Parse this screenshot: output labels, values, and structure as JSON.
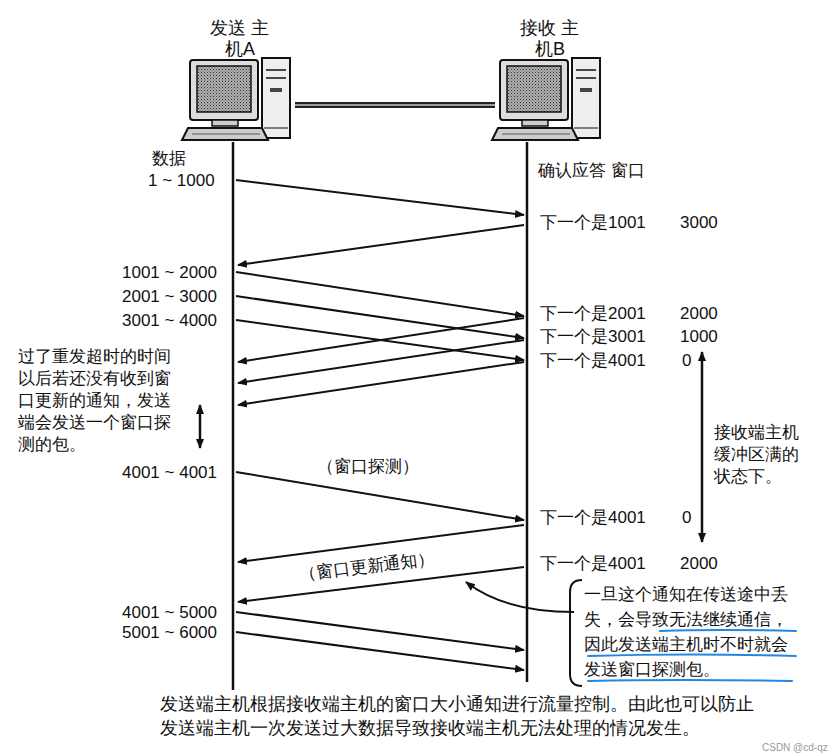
{
  "diagram": {
    "caption": "发送端主机根据接收端主机的窗口大小通知进行流量控制。由此也可以防止发送端主机一次发送过大数据导致接收端主机无法处理的情况发生。",
    "nodes": [
      {
        "text": [
          "发送 主机A"
        ]
      },
      {
        "text": [
          "接收 主机B"
        ]
      },
      {
        "text": [
          "一旦这个通知在传送途中丢失，会导致无法继续通信，因此发送端主机时不时就会发送窗口探测包。"
        ]
      }
    ],
    "edges": [
      {
        "from": 0,
        "to": 1,
        "arrow": "none"
      }
    ],
    "labels": [
      "数据",
      "1 ~ 1000",
      "确认应答 窗口",
      "下一个是1001",
      "3000",
      "1001 ~ 2000",
      "2001 ~ 3000",
      "3001 ~ 4000",
      "下一个是2001",
      "2000",
      "下一个是3001",
      "1000",
      "下一个是4001",
      "0",
      "过了重发超时的时间以后若还没有收到窗口更新的通知，发送端会发送一个窗口探测的包。",
      "接收端主机缓冲区满的状态下。",
      "4001 ~ 4001",
      "（窗口探测）",
      "下一个是4001",
      "0",
      "下一个是4001",
      "2000",
      "（窗口更新通知）",
      "4001 ~ 5000",
      "5001 ~ 6000",
      "CSDN @cd-qz"
    ]
  }
}
